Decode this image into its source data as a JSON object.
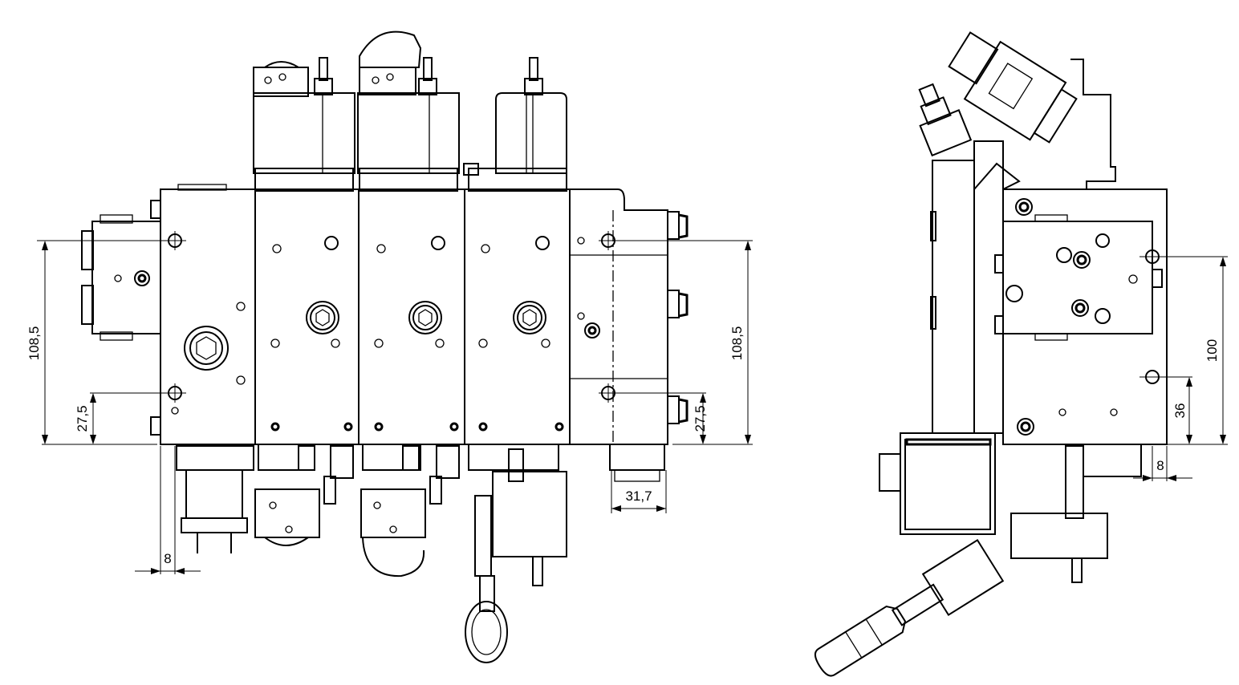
{
  "front_view": {
    "dim_left_total": "108,5",
    "dim_left_lower": "27,5",
    "dim_right_total": "108,5",
    "dim_right_lower": "27,5",
    "dim_bottom_width": "31,7",
    "dim_bottom_offset": "8"
  },
  "side_view": {
    "dim_total": "100",
    "dim_lower": "36",
    "dim_offset": "8"
  }
}
